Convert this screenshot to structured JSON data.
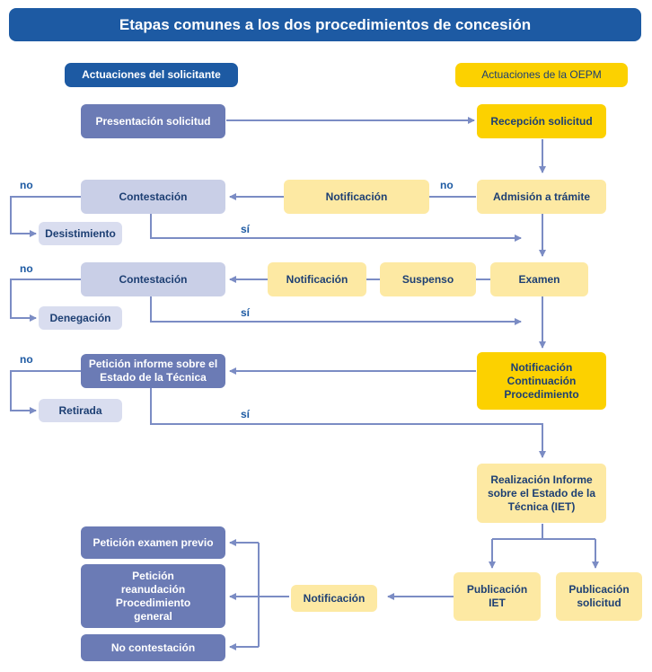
{
  "title": "Etapas comunes a los dos procedimientos de concesión",
  "headers": {
    "applicant": "Actuaciones del solicitante",
    "oepm": "Actuaciones de la OEPM"
  },
  "boxes": {
    "presentacion": "Presentación solicitud",
    "recepcion": "Recepción solicitud",
    "contestacion1": "Contestación",
    "notificacion1": "Notificación",
    "admision": "Admisión a trámite",
    "desistimiento": "Desistimiento",
    "contestacion2": "Contestación",
    "notificacion2": "Notificación",
    "suspenso": "Suspenso",
    "examen": "Examen",
    "denegacion": "Denegación",
    "peticion_informe": "Petición informe sobre el Estado de la Técnica",
    "notif_continuacion": "Notificación Continuación Procedimiento",
    "retirada": "Retirada",
    "realizacion_iet": "Realización Informe sobre el Estado de la Técnica (IET)",
    "publicacion_iet": "Publicación IET",
    "publicacion_solicitud": "Publicación solicitud",
    "notificacion3": "Notificación",
    "peticion_examen": "Petición examen previo",
    "peticion_reanudacion": "Petición reanudación Procedimiento general",
    "no_contestacion": "No contestación"
  },
  "labels": {
    "no1": "no",
    "no2": "no",
    "no3": "no",
    "no4": "no",
    "si1": "sí",
    "si2": "sí",
    "si3": "sí"
  },
  "colors": {
    "dark_blue": "#1d5aa3",
    "purple": "#6b7bb5",
    "lavender": "#c9cfe7",
    "cream": "#fde9a3",
    "yellow": "#fcd100",
    "arrow": "#7b8cc4"
  }
}
